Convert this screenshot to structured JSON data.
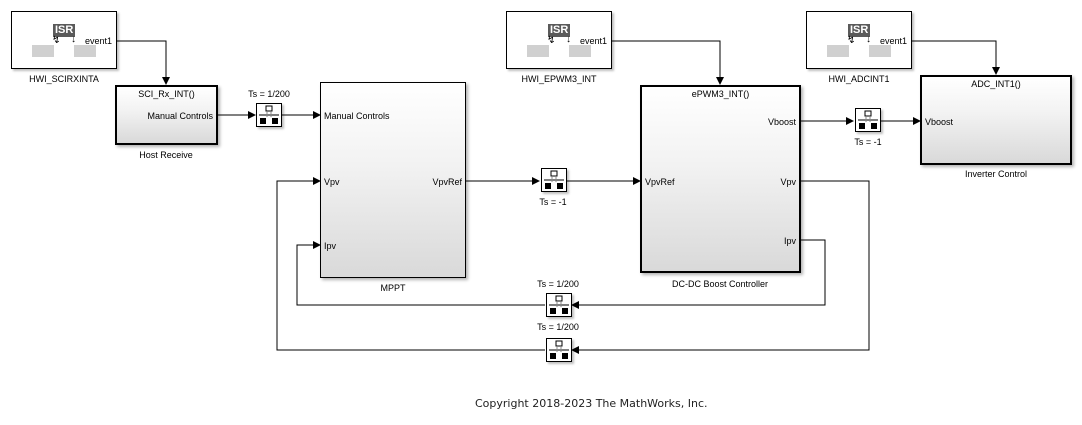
{
  "diagram": {
    "hwi_blocks": [
      {
        "name": "HWI_SCIRXINTA",
        "isr_label": "ISR",
        "port": "event1"
      },
      {
        "name": "HWI_EPWM3_INT",
        "isr_label": "ISR",
        "port": "event1"
      },
      {
        "name": "HWI_ADCINT1",
        "isr_label": "ISR",
        "port": "event1"
      }
    ],
    "subsystems": {
      "host_receive": {
        "name": "Host Receive",
        "trigger": "SCI_Rx_INT()",
        "outputs": [
          "Manual Controls"
        ]
      },
      "mppt": {
        "name": "MPPT",
        "inputs": [
          "Manual Controls",
          "Vpv",
          "Ipv"
        ],
        "outputs": [
          "VpvRef"
        ]
      },
      "boost": {
        "name": "DC-DC Boost Controller",
        "trigger": "ePWM3_INT()",
        "inputs": [
          "VpvRef"
        ],
        "outputs": [
          "Vboost",
          "Vpv",
          "Ipv"
        ]
      },
      "inverter": {
        "name": "Inverter Control",
        "trigger": "ADC_INT1()",
        "inputs": [
          "Vboost"
        ]
      }
    },
    "rate_transitions": [
      {
        "id": "rt1",
        "ts": "Ts = 1/200"
      },
      {
        "id": "rt2",
        "ts": "Ts = -1"
      },
      {
        "id": "rt3",
        "ts": "Ts = -1"
      },
      {
        "id": "rt4",
        "ts": "Ts = 1/200"
      },
      {
        "id": "rt5",
        "ts": "Ts = 1/200"
      }
    ],
    "copyright": "Copyright 2018-2023 The MathWorks, Inc."
  }
}
